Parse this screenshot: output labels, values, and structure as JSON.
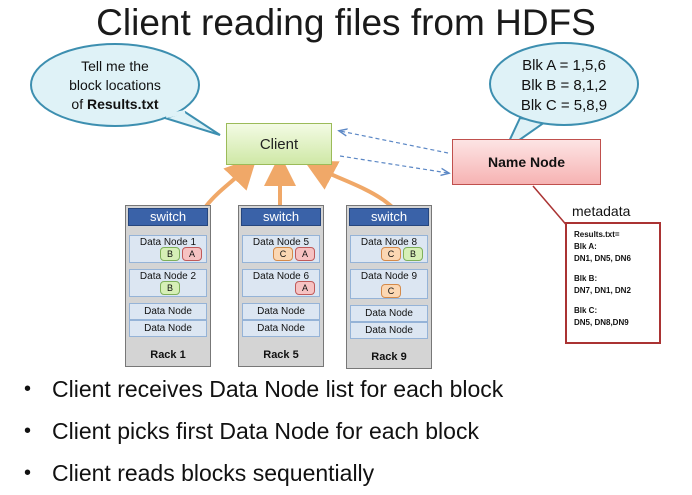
{
  "title": "Client reading files from HDFS",
  "client_bubble": {
    "line1": "Tell me the",
    "line2": "block locations",
    "line3_prefix": "of ",
    "line3_bold": "Results.txt"
  },
  "namenode_bubble": {
    "line1": "Blk A = 1,5,6",
    "line2": "Blk B = 8,1,2",
    "line3": "Blk C = 5,8,9"
  },
  "client_label": "Client",
  "namenode_label": "Name Node",
  "switch_label": "switch",
  "racks": [
    {
      "label": "Rack 1",
      "nodes": [
        {
          "name": "Data Node 1",
          "blocks": [
            "B",
            "A"
          ]
        },
        {
          "name": "Data Node 2",
          "blocks": [
            "B"
          ]
        },
        {
          "name": "Data Node",
          "blocks": []
        },
        {
          "name": "Data Node",
          "blocks": []
        }
      ]
    },
    {
      "label": "Rack 5",
      "nodes": [
        {
          "name": "Data Node 5",
          "blocks": [
            "C",
            "A"
          ]
        },
        {
          "name": "Data Node 6",
          "blocks": [
            "A"
          ]
        },
        {
          "name": "Data Node",
          "blocks": []
        },
        {
          "name": "Data Node",
          "blocks": []
        }
      ]
    },
    {
      "label": "Rack 9",
      "nodes": [
        {
          "name": "Data Node 8",
          "blocks": [
            "C",
            "B"
          ]
        },
        {
          "name": "Data Node 9",
          "blocks": [
            "C"
          ]
        },
        {
          "name": "Data Node",
          "blocks": []
        },
        {
          "name": "Data Node",
          "blocks": []
        }
      ]
    }
  ],
  "metadata": {
    "title": "metadata",
    "lines": [
      "Results.txt=",
      "Blk A:",
      "DN1, DN5, DN6",
      "",
      "Blk B:",
      "DN7, DN1, DN2",
      "",
      "Blk C:",
      "DN5, DN8,DN9"
    ]
  },
  "bullets": [
    "Client receives Data Node list for each block",
    "Client picks first Data Node for each block",
    "Client reads blocks sequentially"
  ],
  "colors": {
    "switch": "#3a62a8",
    "client": "#cfe8a6",
    "namenode": "#f6b3b3",
    "arrow": "#f0a868",
    "metadata_border": "#a33"
  }
}
